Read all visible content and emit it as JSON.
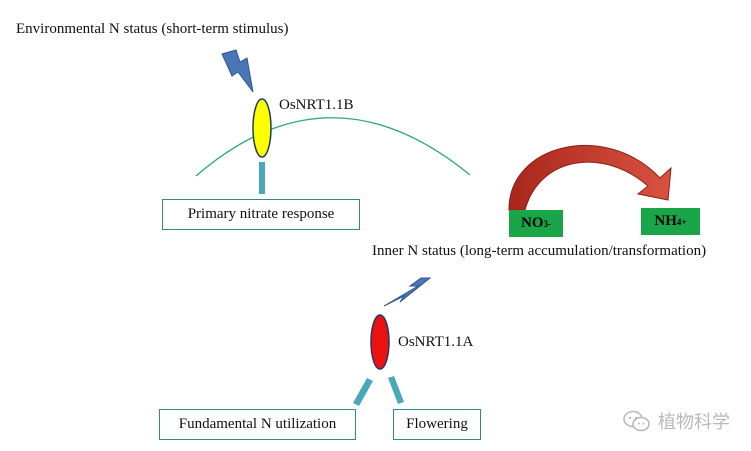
{
  "labels": {
    "environmental": "Environmental N status (short-term stimulus)",
    "osnrt11b": "OsNRT1.1B",
    "inner": "Inner N status (long-term accumulation/transformation)",
    "osnrt11a": "OsNRT1.1A"
  },
  "boxes": {
    "primary": "Primary nitrate response",
    "fundamental": "Fundamental N utilization",
    "flowering": "Flowering"
  },
  "chips": {
    "no3_base": "NO",
    "no3_sub": "3",
    "no3_sup": "-",
    "nh4_base": "NH",
    "nh4_sub": "4",
    "nh4_sup": "+"
  },
  "watermark": {
    "text": "植物科学"
  },
  "colors": {
    "lightning": "#4a76b8",
    "oval_top": "#ffff00",
    "oval_bottom": "#ee1111",
    "arc": "#2aa87a",
    "teal_arrow": "#4aa9b8",
    "red_arrow": "#c0392b",
    "chip": "#1aa548",
    "box_border": "#2f8a86"
  }
}
